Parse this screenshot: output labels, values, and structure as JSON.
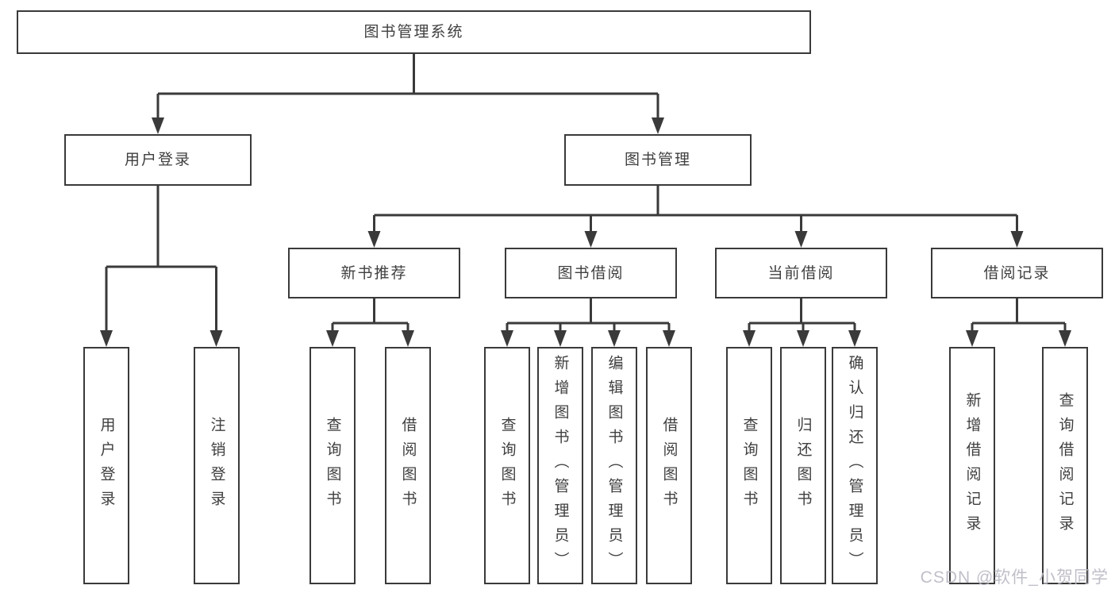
{
  "diagram": {
    "title": "图书管理系统",
    "root": {
      "label": "图书管理系统"
    },
    "level2": [
      {
        "label": "用户登录"
      },
      {
        "label": "图书管理"
      }
    ],
    "level3": [
      {
        "label": "新书推荐",
        "parent": "图书管理"
      },
      {
        "label": "图书借阅",
        "parent": "图书管理"
      },
      {
        "label": "当前借阅",
        "parent": "图书管理"
      },
      {
        "label": "借阅记录",
        "parent": "图书管理"
      }
    ],
    "leaves": [
      {
        "label": "用户登录",
        "parent": "用户登录"
      },
      {
        "label": "注销登录",
        "parent": "用户登录"
      },
      {
        "label": "查询图书",
        "parent": "新书推荐"
      },
      {
        "label": "借阅图书",
        "parent": "新书推荐"
      },
      {
        "label": "查询图书",
        "parent": "图书借阅"
      },
      {
        "label": "新增图书（管理员）",
        "parent": "图书借阅"
      },
      {
        "label": "编辑图书（管理员）",
        "parent": "图书借阅"
      },
      {
        "label": "借阅图书",
        "parent": "图书借阅"
      },
      {
        "label": "查询图书",
        "parent": "当前借阅"
      },
      {
        "label": "归还图书",
        "parent": "当前借阅"
      },
      {
        "label": "确认归还（管理员）",
        "parent": "当前借阅"
      },
      {
        "label": "新增借阅记录",
        "parent": "借阅记录"
      },
      {
        "label": "查询借阅记录",
        "parent": "借阅记录"
      }
    ]
  },
  "watermark": {
    "text": "CSDN @软件_小贺同学"
  },
  "colors": {
    "line": "#3a3a3a",
    "box_border": "#3a3a3a",
    "box_fill": "#ffffff",
    "text": "#3f3f3f",
    "watermark": "#b9b9c4",
    "background": "#ffffff"
  }
}
